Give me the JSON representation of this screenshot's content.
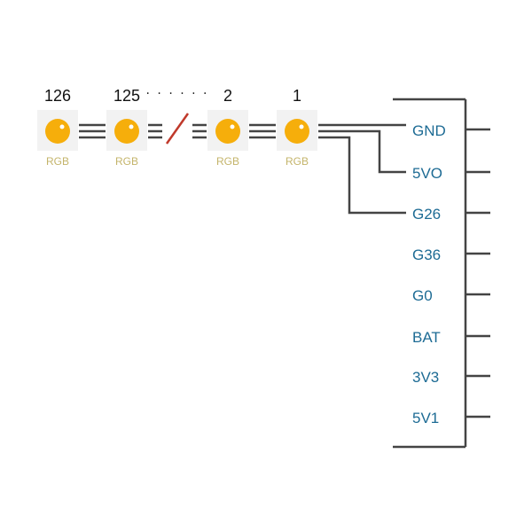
{
  "leds": [
    {
      "index": "126",
      "label": "RGB"
    },
    {
      "index": "125",
      "label": "RGB"
    },
    {
      "index": "2",
      "label": "RGB"
    },
    {
      "index": "1",
      "label": "RGB"
    }
  ],
  "ellipsis": "· · · · · ·",
  "pins": [
    "GND",
    "5VO",
    "G26",
    "G36",
    "G0",
    "BAT",
    "3V3",
    "5V1"
  ],
  "colors": {
    "led_fill": "#f6ae0b",
    "led_highlight": "#ffffff",
    "led_box": "#f2f2f2",
    "wire": "#444444",
    "pin_text": "#1d6b94",
    "rgb_text": "#c4b46a",
    "break_mark": "#c0392b"
  }
}
